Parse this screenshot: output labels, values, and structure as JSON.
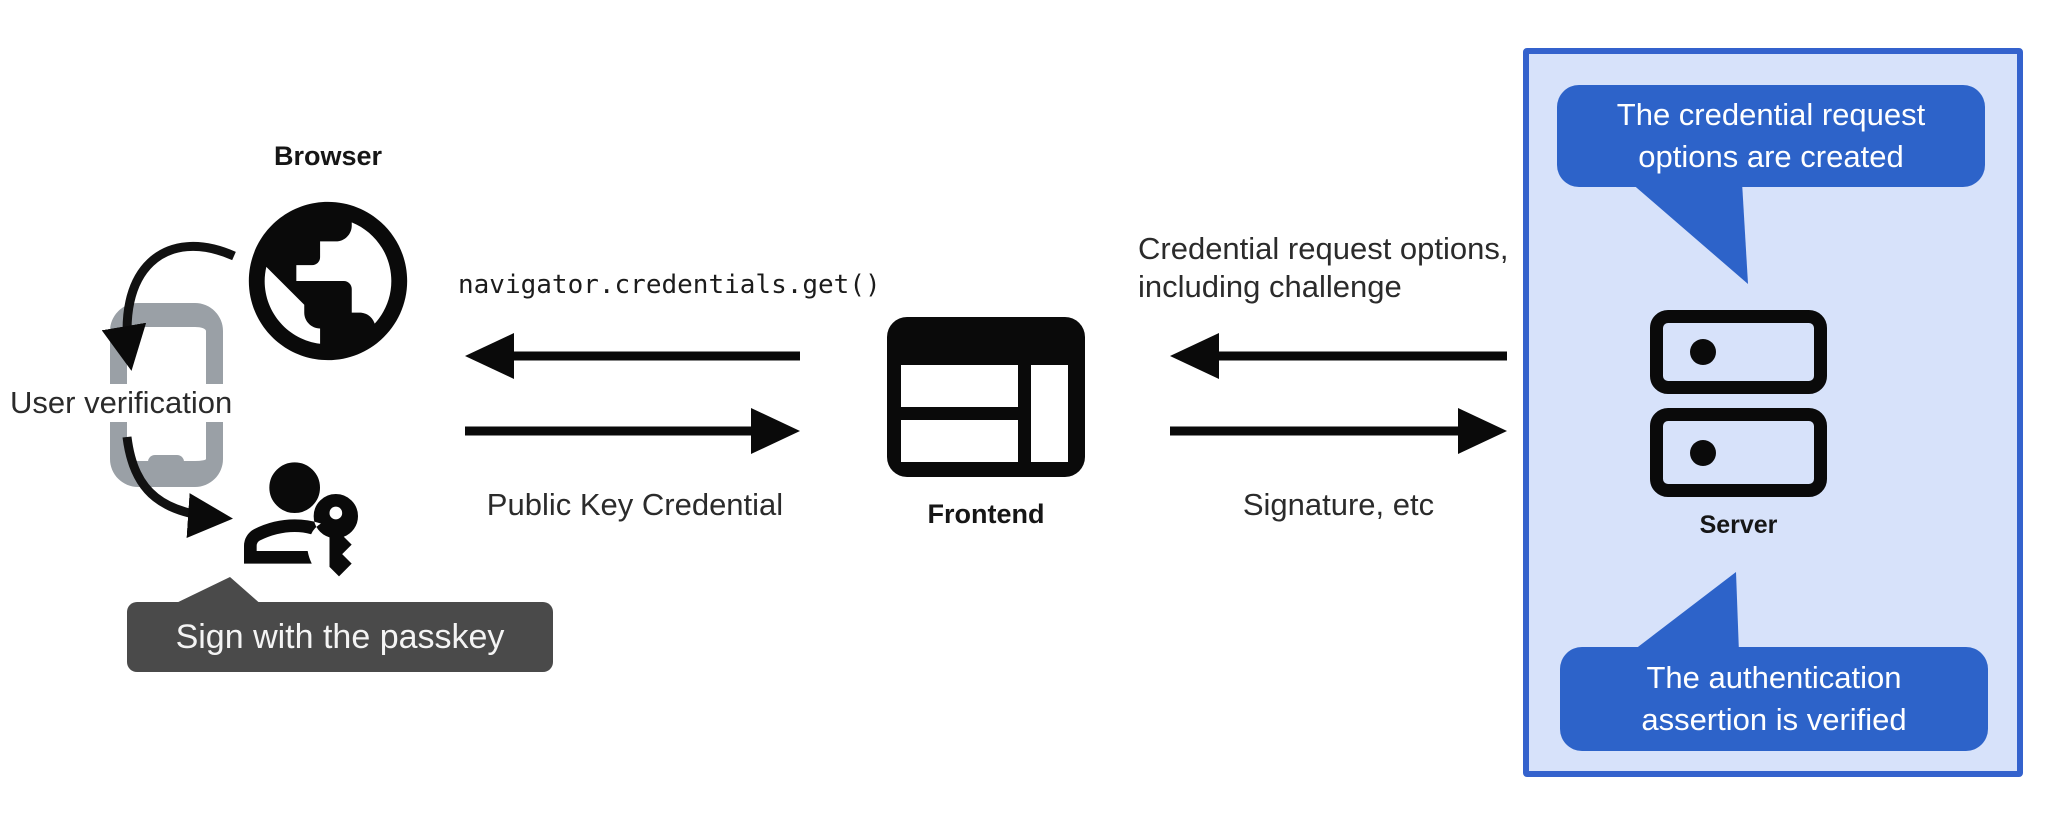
{
  "colors": {
    "panel_bg": "#d7e2fa",
    "panel_border": "#3462cd",
    "bubble_blue": "#2d63c9",
    "bubble_gray": "#4a4a4a",
    "phone_gray": "#9aa0a6",
    "ink": "#202124",
    "icon_black": "#0a0a0a"
  },
  "left": {
    "browser_label": "Browser",
    "user_verification_label": "User verification",
    "passkey_bubble_text": "Sign with the passkey"
  },
  "center": {
    "code_call": "navigator.credentials.get()",
    "return_label": "Public Key Credential",
    "frontend_label": "Frontend"
  },
  "right": {
    "request_line1": "Credential request options,",
    "request_line2": "including challenge",
    "response_label": "Signature, etc",
    "server_label": "Server",
    "callout_top": {
      "line1": "The credential request",
      "line2": "options are created"
    },
    "callout_bottom": {
      "line1": "The authentication",
      "line2": "assertion is verified"
    }
  }
}
